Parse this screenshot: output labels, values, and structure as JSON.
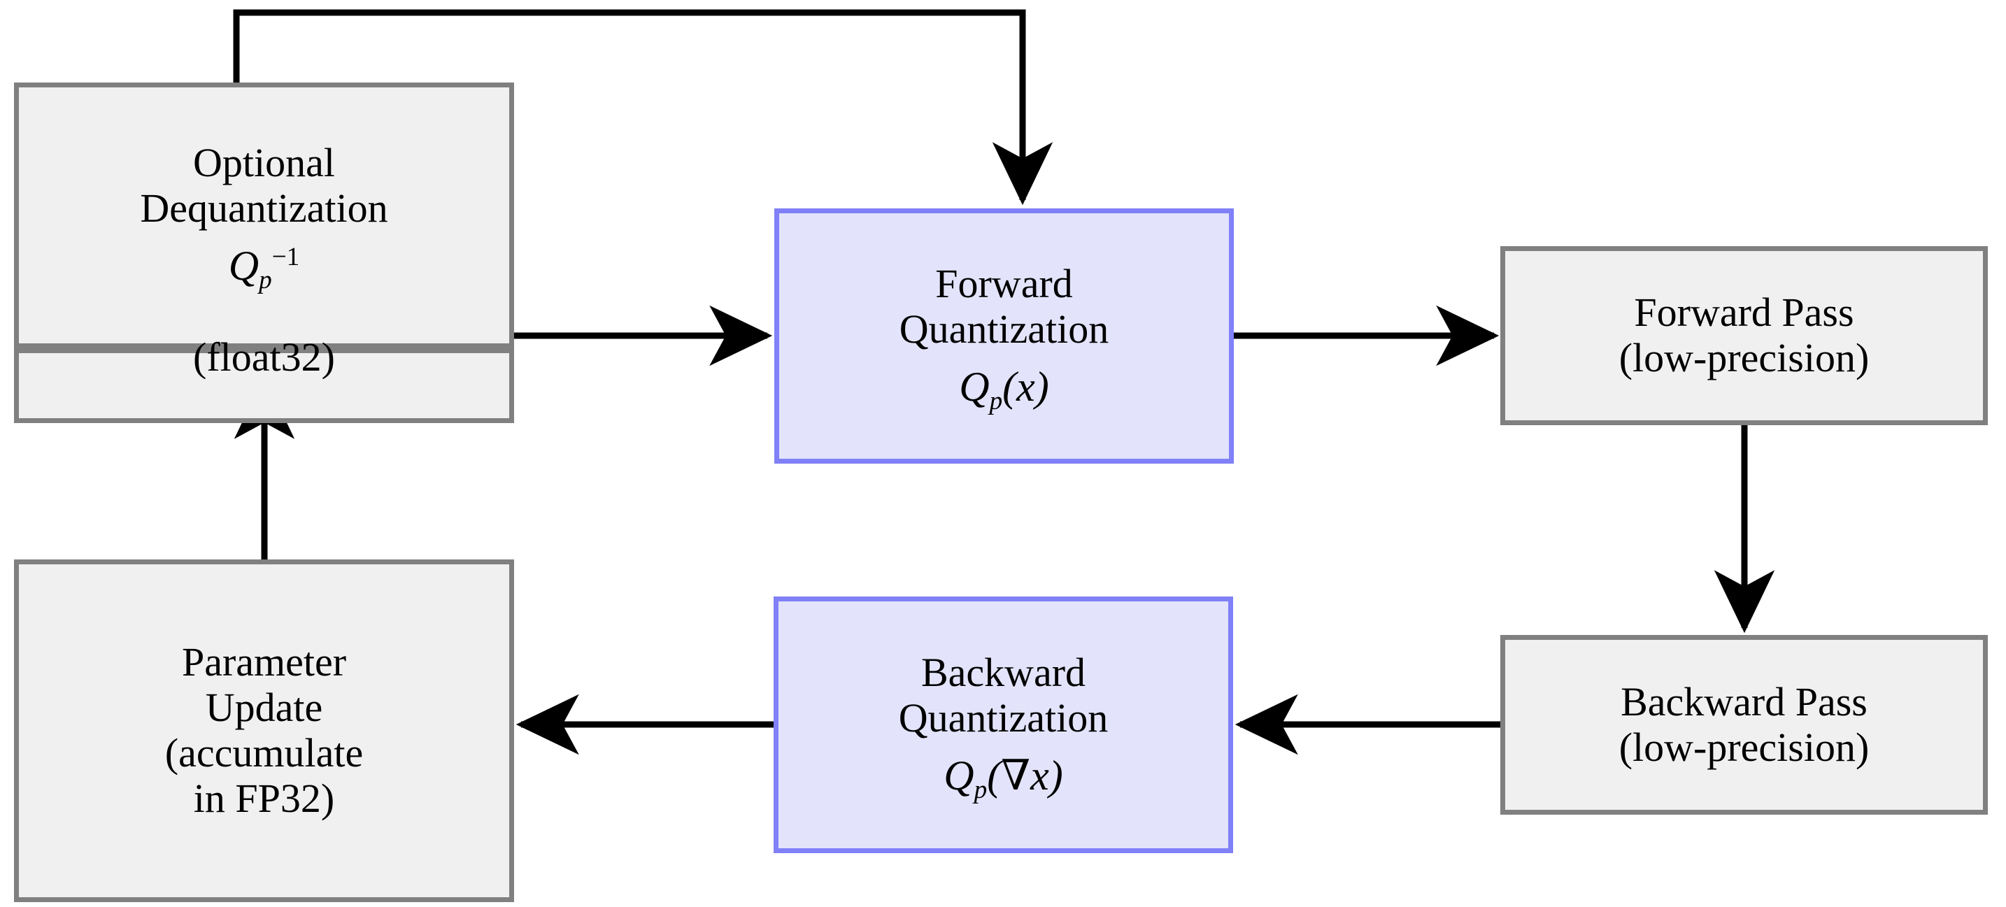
{
  "diagram": {
    "title": "Quantization-aware training loop",
    "type": "flowchart",
    "colors": {
      "grey_fill": "#f0f0f0",
      "grey_border": "#808080",
      "blue_fill": "#e3e3fb",
      "blue_border": "#8080f8",
      "edge": "#000000",
      "background": "#ffffff"
    },
    "nodes": [
      {
        "id": "optional-dequantization",
        "style": "grey",
        "lines": [
          "Optional",
          "Dequantization"
        ],
        "math_Q": "Q",
        "math_sub": "p",
        "math_sup": "−1",
        "overflow_line": "(float32)"
      },
      {
        "id": "forward-quantization",
        "style": "blue",
        "lines": [
          "Forward",
          "Quantization"
        ],
        "math_Q": "Q",
        "math_sub": "p",
        "math_arg": "(x)"
      },
      {
        "id": "forward-pass",
        "style": "grey",
        "lines": [
          "Forward Pass",
          "(low-precision)"
        ]
      },
      {
        "id": "parameter-update",
        "style": "grey",
        "lines": [
          "Parameter",
          "Update",
          "(accumulate",
          "in FP32)"
        ]
      },
      {
        "id": "backward-quantization",
        "style": "blue",
        "lines": [
          "Backward",
          "Quantization"
        ],
        "math_Q": "Q",
        "math_sub": "p",
        "math_arg": "(∇x)"
      },
      {
        "id": "backward-pass",
        "style": "grey",
        "lines": [
          "Backward Pass",
          "(low-precision)"
        ]
      }
    ],
    "edges": [
      {
        "id": "dequant-to-forward-quant-top",
        "from": "optional-dequantization",
        "to": "forward-quantization",
        "route": "up-over-down"
      },
      {
        "id": "dequant-to-forward-quant",
        "from": "optional-dequantization",
        "to": "forward-quantization",
        "route": "right"
      },
      {
        "id": "forward-quant-to-forward-pass",
        "from": "forward-quantization",
        "to": "forward-pass",
        "route": "right"
      },
      {
        "id": "forward-pass-to-backward-pass",
        "from": "forward-pass",
        "to": "backward-pass",
        "route": "down"
      },
      {
        "id": "backward-pass-to-backward-quant",
        "from": "backward-pass",
        "to": "backward-quantization",
        "route": "left"
      },
      {
        "id": "backward-quant-to-param-update",
        "from": "backward-quantization",
        "to": "parameter-update",
        "route": "left"
      },
      {
        "id": "param-update-to-dequant",
        "from": "parameter-update",
        "to": "optional-dequantization",
        "route": "up"
      }
    ]
  }
}
